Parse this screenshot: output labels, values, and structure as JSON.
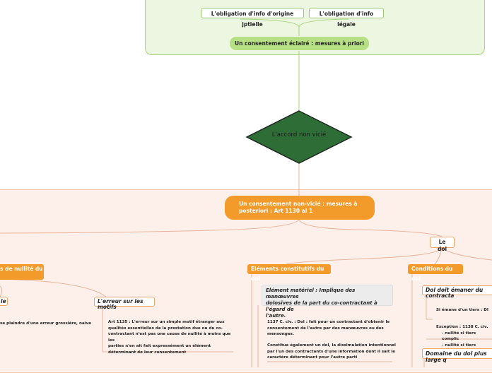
{
  "top": {
    "info_jptielle": "L'obligation d'info d'origine jptielle",
    "info_legale": "L'obligation d'info légale",
    "consentement_eclaire": "Un consentement éclairé : mesures à priori"
  },
  "center": {
    "title": "L'accord non vicié"
  },
  "bottom": {
    "consentement_non_vicie_line1": "Un consentement non-vicié : mesures à",
    "consentement_non_vicie_line2": "posteriori : Art 1130 al 1",
    "le_dol": "Le dol",
    "nullite_partial": "s de nullité du",
    "erreur_partial": "le",
    "erreur_text_partial": "se plaindre d'une erreur grossière, naïve",
    "erreur_motifs": "L'erreur sur les motifs",
    "art1135_lines": [
      "Art 1135 : L'erreur sur un simple motif étranger aux",
      "qualités essentielles de la prestation due ou du co-",
      "contractant n'est pas une cause de nullité à moins que les",
      "parties n'en ait fait expressément un élément",
      "déterminant de leur consentement"
    ],
    "elements_constitutifs": "Eléments constitutifs du dol",
    "element_materiel_lines": [
      "Elément matériel : Implique des manœuvres",
      "dolosives de la part du co-contractant à l'égard de",
      "l'autre."
    ],
    "art1137_lines": [
      "1137 C. civ. : Dol : fait pour un contractant d'obtenir le",
      "consentement de l'autre par des manœuvres ou des",
      "mensonges."
    ],
    "dissimulation_lines": [
      "Constitue également un dol, la dissimulation intentionnel",
      "par l'un des contractants d'une information dont il sait le",
      "caractère déterminant pour l'autre parti"
    ],
    "conditions_dol": "Conditions du dol",
    "dol_emaner": "Dol doit émaner du contracta",
    "si_emane": "Si émane d'un tiers : DI",
    "exception_lines": [
      "Exception : 1138 C. civ.",
      "- nullité si tiers complic",
      "- nullité si tiers représe"
    ],
    "domaine_dol": "Domaine du dol plus large q"
  }
}
